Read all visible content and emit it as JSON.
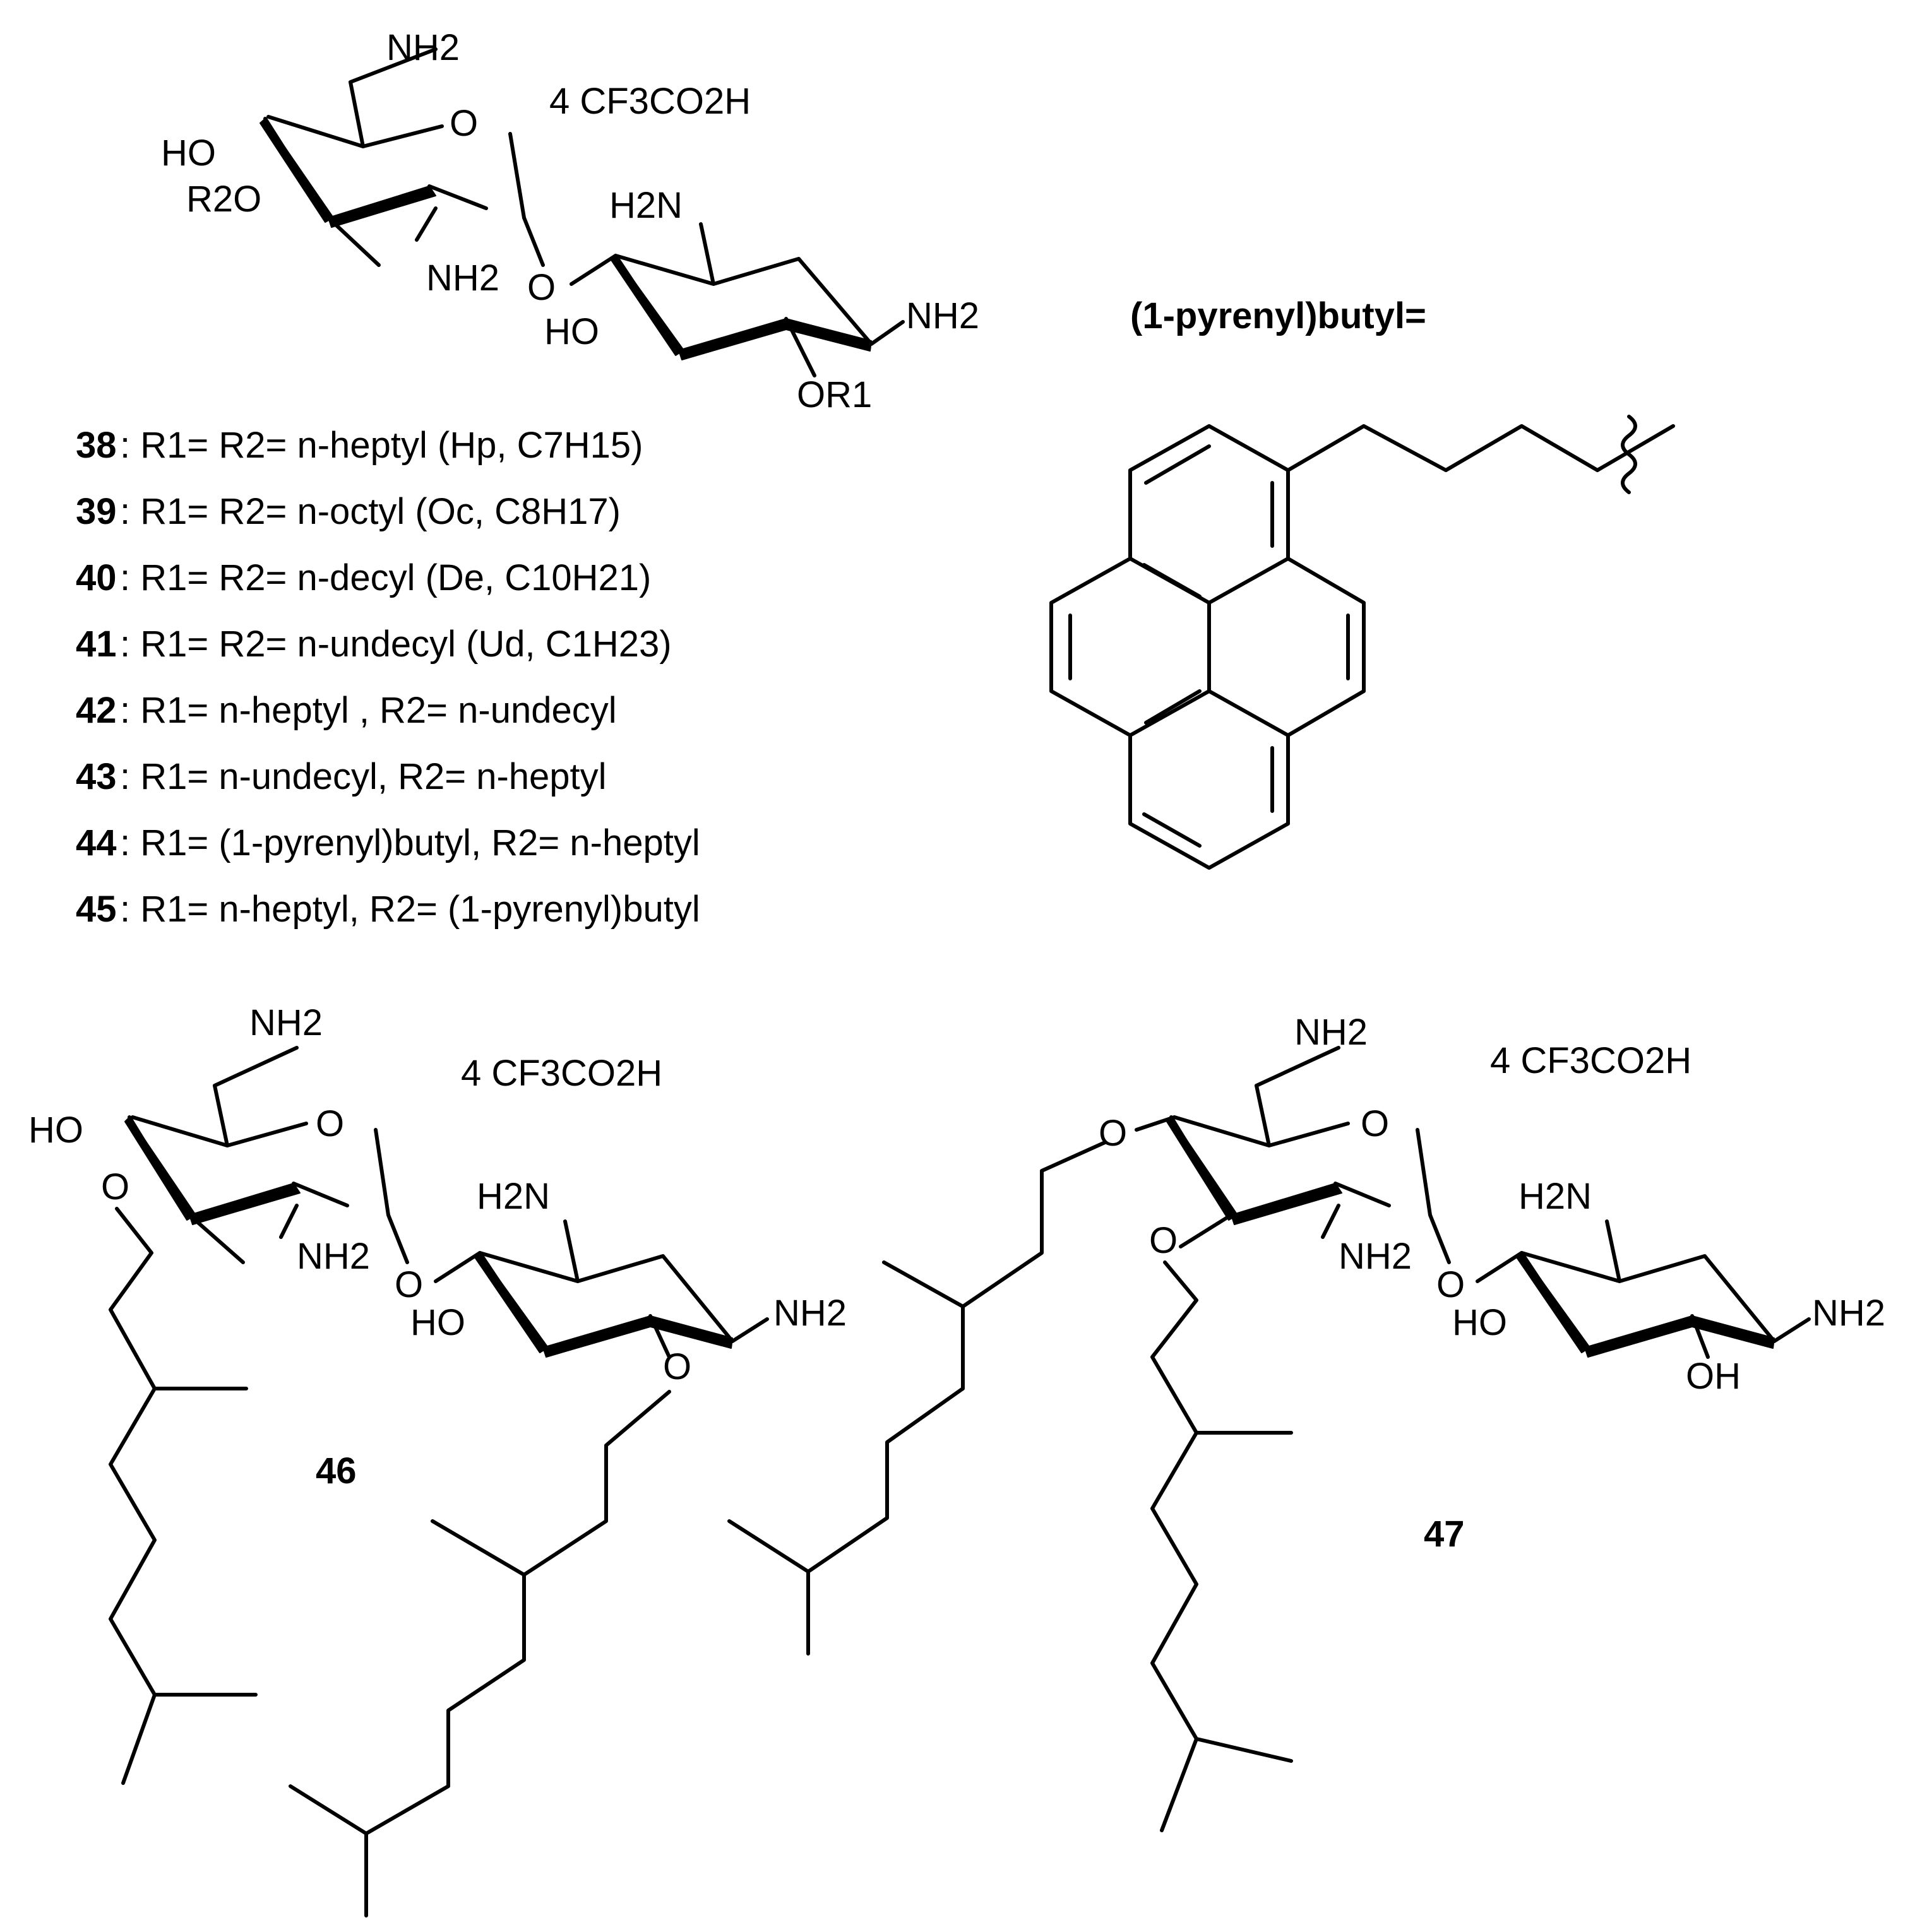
{
  "top_structure": {
    "salt": "4 CF3CO2H",
    "atoms": {
      "nh2_6p": "NH2",
      "o_ring": "O",
      "ho_4p": "HO",
      "r2o": "R2O",
      "nh2_2p": "NH2",
      "o_glyco": "O",
      "h2n_3": "H2N",
      "nh2_1": "NH2",
      "ho_5": "HO",
      "or1": "OR1"
    }
  },
  "legend": [
    {
      "id": "38",
      "text": ": R1= R2= n-heptyl (Hp, C7H15)"
    },
    {
      "id": "39",
      "text": ": R1= R2= n-octyl (Oc, C8H17)"
    },
    {
      "id": "40",
      "text": ": R1= R2= n-decyl (De, C10H21)"
    },
    {
      "id": "41",
      "text": ": R1= R2= n-undecyl (Ud, C1H23)"
    },
    {
      "id": "42",
      "text": ": R1= n-heptyl , R2= n-undecyl"
    },
    {
      "id": "43",
      "text": ": R1= n-undecyl, R2= n-heptyl"
    },
    {
      "id": "44",
      "text": ": R1= (1-pyrenyl)butyl, R2= n-heptyl"
    },
    {
      "id": "45",
      "text": ": R1= n-heptyl, R2= (1-pyrenyl)butyl"
    }
  ],
  "pyrenyl": {
    "title": "(1-pyrenyl)butyl="
  },
  "compound_46": {
    "label": "46",
    "salt": "4 CF3CO2H",
    "atoms": {
      "nh2_6p": "NH2",
      "o_ring": "O",
      "ho_4p": "HO",
      "o_3p": "O",
      "nh2_2p": "NH2",
      "o_glyco": "O",
      "h2n_3": "H2N",
      "nh2_1": "NH2",
      "ho_5": "HO",
      "o_6": "O"
    }
  },
  "compound_47": {
    "label": "47",
    "salt": "4 CF3CO2H",
    "atoms": {
      "nh2_6p": "NH2",
      "o_ring": "O",
      "o_4p": "O",
      "o_3p": "O",
      "nh2_2p": "NH2",
      "o_glyco": "O",
      "h2n_3": "H2N",
      "nh2_1": "NH2",
      "ho_5": "HO",
      "oh_6": "OH"
    }
  }
}
